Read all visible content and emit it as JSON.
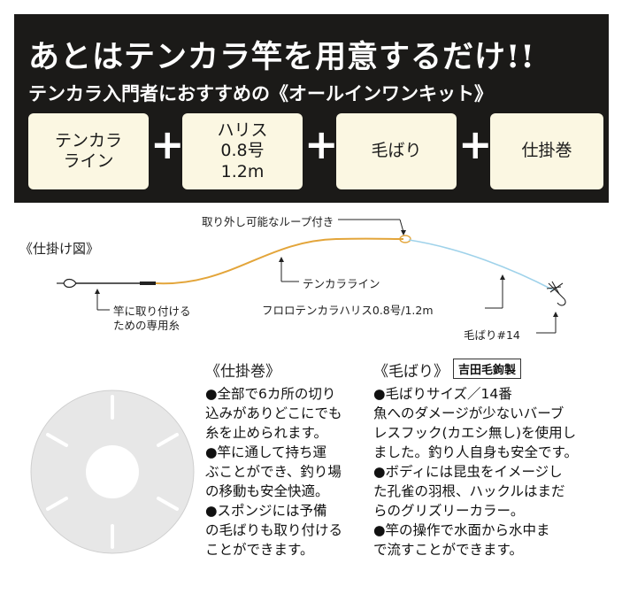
{
  "header": {
    "headline": "あとはテンカラ竿を用意するだけ!!",
    "subline": "テンカラ入門者におすすめの《オールインワンキット》",
    "items": [
      {
        "lines": [
          "テンカラ",
          "ライン"
        ]
      },
      {
        "lines": [
          "ハリス",
          "0.8号",
          "1.2m"
        ]
      },
      {
        "lines": [
          "毛ばり"
        ]
      },
      {
        "lines": [
          "仕掛巻"
        ]
      }
    ],
    "plus": "+"
  },
  "diagram": {
    "title": "《仕掛け図》",
    "labels": {
      "loop": "取り外し可能なループ付き",
      "tenkara_line": "テンカラライン",
      "harisu": "フロロテンカラハリス0.8号/1.2m",
      "rod_attach_1": "竿に取り付ける",
      "rod_attach_2": "ための専用糸",
      "fly": "毛ばり#14"
    },
    "colors": {
      "rod_thread": "#222222",
      "tenkara_line": "#e3a53a",
      "harisu": "#9fd2ea"
    }
  },
  "spool_section": {
    "title": "《仕掛巻》",
    "bullets": [
      "●全部で6カ所の切り",
      "込みがありどこにでも",
      "糸を止められます。",
      "●竿に通して持ち運",
      "ぶことができ、釣り場",
      "の移動も安全快適。",
      "●スポンジには予備",
      "の毛ばりも取り付ける",
      "ことができます。"
    ]
  },
  "fly_section": {
    "title": "《毛ばり》",
    "maker": "吉田毛鉤製",
    "bullets": [
      "●毛ばりサイズ／14番",
      "魚へのダメージが少ないバーブ",
      "レスフック(カエシ無し)を使用し",
      "ました。釣り人自身も安全です。",
      "●ボディには昆虫をイメージし",
      "た孔雀の羽根、ハックルはまだ",
      "らのグリズリーカラー。",
      "●竿の操作で水面から水中ま",
      "で流すことができます。"
    ]
  }
}
